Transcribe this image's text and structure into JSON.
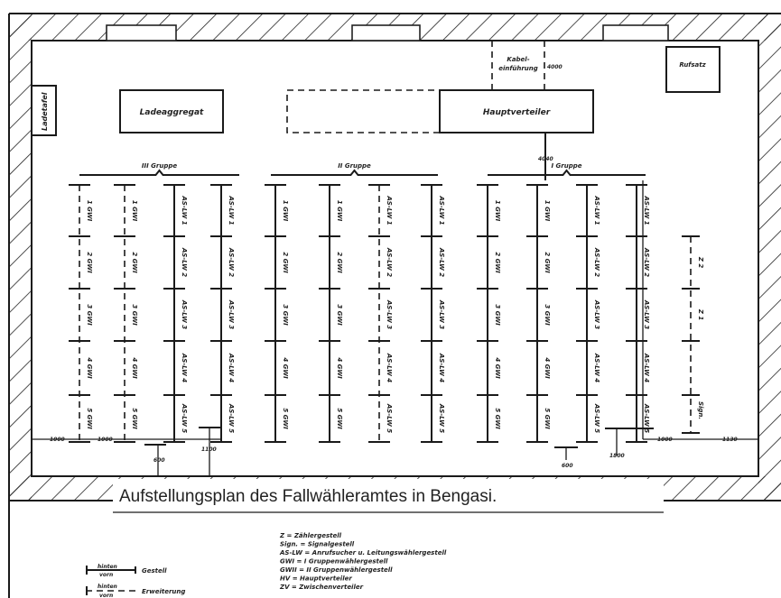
{
  "title": "Aufstellungsplan des Fallwähleramtes in Bengasi.",
  "rooms": {
    "ladetafel": "Ladetafel",
    "ladeaggregat": "Ladeaggregat",
    "hauptverteiler": "Hauptverteiler",
    "kabeleinfuehrung_1": "Kabel-",
    "kabeleinfuehrung_2": "einführung",
    "kabel_dim": "4000",
    "rufsatz": "Rufsatz",
    "hv_dim": "4040"
  },
  "groups": [
    {
      "label": "III Gruppe",
      "columns": [
        [
          "1 GWI",
          "2 GWI",
          "3 GWI",
          "4 GWI",
          "5 GWI"
        ],
        [
          "1 GWI",
          "2 GWI",
          "3 GWI",
          "4 GWI",
          "5 GWI"
        ],
        [
          "AS-LW 1",
          "AS-LW 2",
          "AS-LW 3",
          "AS-LW 4",
          "AS-LW 5"
        ],
        [
          "AS-LW 1",
          "AS-LW 2",
          "AS-LW 3",
          "AS-LW 4",
          "AS-LW 5"
        ]
      ]
    },
    {
      "label": "II Gruppe",
      "columns": [
        [
          "1 GWI",
          "2 GWI",
          "3 GWI",
          "4 GWI",
          "5 GWI"
        ],
        [
          "1 GWI",
          "2 GWI",
          "3 GWI",
          "4 GWI",
          "5 GWI"
        ],
        [
          "AS-LW 1",
          "AS-LW 2",
          "AS-LW 3",
          "AS-LW 4",
          "AS-LW 5"
        ],
        [
          "AS-LW 1",
          "AS-LW 2",
          "AS-LW 3",
          "AS-LW 4",
          "AS-LW 5"
        ]
      ]
    },
    {
      "label": "I Gruppe",
      "columns": [
        [
          "1 GWI",
          "2 GWI",
          "3 GWI",
          "4 GWI",
          "5 GWI"
        ],
        [
          "1 GWI",
          "2 GWI",
          "3 GWI",
          "4 GWI",
          "5 GWI"
        ],
        [
          "AS-LW 1",
          "AS-LW 2",
          "AS-LW 3",
          "AS-LW 4",
          "AS-LW 5"
        ],
        [
          "AS-LW 1",
          "AS-LW 2",
          "AS-LW 3",
          "AS-LW 4",
          "AS-LW 5"
        ]
      ]
    }
  ],
  "signal_column": [
    "Z 2",
    "Z 1",
    "Sign."
  ],
  "dimensions": {
    "left_1": "1000",
    "left_2": "1000",
    "mid_1": "600",
    "mid_2": "1100",
    "right_1": "600",
    "right_2": "1800",
    "right_3": "1000",
    "right_4": "1130"
  },
  "legend": [
    "Z = Zählergestell",
    "Sign. = Signalgestell",
    "AS-LW = Anrufsucher u. Leitungswählergestell",
    "GWI = I Gruppenwählergestell",
    "GWII = II Gruppenwählergestell",
    "HV = Hauptverteiler",
    "ZV = Zwischenverteiler"
  ],
  "key": {
    "gestell_top": "hinten",
    "gestell_bottom": "vorn",
    "gestell": "Gestell",
    "erw_top": "hinten",
    "erw_bottom": "vorn",
    "erweiterung": "Erweiterung"
  }
}
